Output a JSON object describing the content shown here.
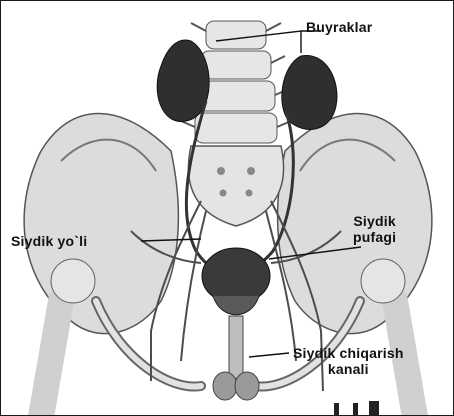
{
  "labels": {
    "kidneys": "Buyraklar",
    "ureter": "Siydik yo`li",
    "bladder_line1": "Siydik",
    "bladder_line2": "pufagi",
    "urethra_line1": "Siydik chiqarish",
    "urethra_line2": "kanali"
  },
  "icons": {
    "illustration": "urinary-system-illustration"
  },
  "colors": {
    "ink": "#111111",
    "bone": "#e9e9e9",
    "organ": "#3a3a3a",
    "vessel": "#4d4d4d"
  }
}
